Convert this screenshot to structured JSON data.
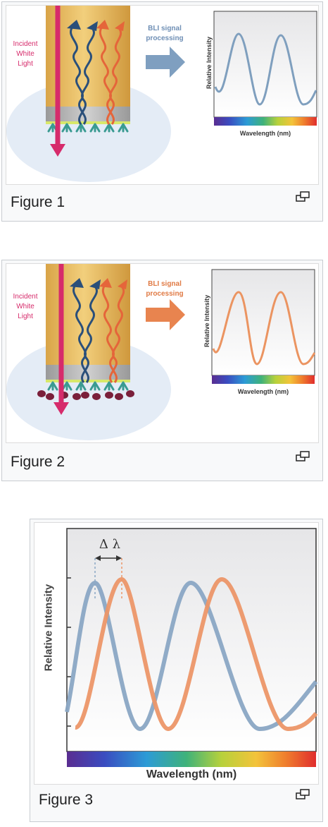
{
  "figures": [
    {
      "caption": "Figure 1",
      "incident_label": [
        "Incident",
        "White",
        "Light"
      ],
      "processing_label": [
        "BLI signal",
        "processing"
      ],
      "y_axis_label": "Relative Intensity",
      "x_axis_label": "Wavelength (nm)",
      "accent_color": "#7f9fc0",
      "curve_color": "#7f9fbe",
      "magnify_icon": "magnify-clip-icon"
    },
    {
      "caption": "Figure 2",
      "incident_label": [
        "Incident",
        "White",
        "Light"
      ],
      "processing_label": [
        "BLI signal",
        "processing"
      ],
      "y_axis_label": "Relative Intensity",
      "x_axis_label": "Wavelength (nm)",
      "accent_color": "#e8844f",
      "curve_color": "#eb9461",
      "magnify_icon": "magnify-clip-icon"
    },
    {
      "caption": "Figure 3",
      "delta_label": "Δ λ",
      "y_axis_label": "Relative Intensity",
      "x_axis_label": "Wavelength (nm)",
      "blue_color": "#8aa7c4",
      "orange_color": "#ec9668",
      "magnify_icon": "magnify-clip-icon"
    }
  ],
  "colors": {
    "incident": "#d62b6b",
    "gold": "#e0b153",
    "wave_blue": "#2a4f7a",
    "wave_orange": "#e5653a"
  }
}
